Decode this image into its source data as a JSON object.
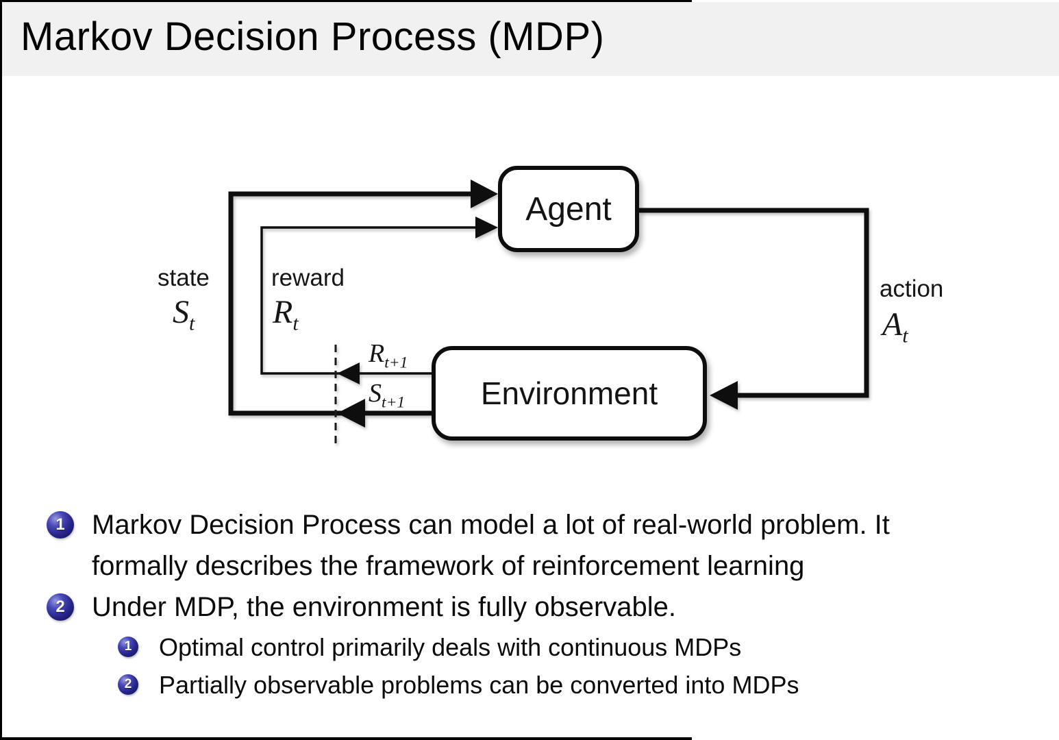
{
  "slide": {
    "title": "Markov Decision Process (MDP)"
  },
  "diagram": {
    "agent_label": "Agent",
    "environment_label": "Environment",
    "state_label": "state",
    "state_symbol": "S",
    "state_sub": "t",
    "reward_label": "reward",
    "reward_symbol": "R",
    "reward_sub": "t",
    "reward_next_symbol": "R",
    "reward_next_sub": "t+1",
    "state_next_symbol": "S",
    "state_next_sub": "t+1",
    "action_label": "action",
    "action_symbol": "A",
    "action_sub": "t",
    "line_color": "#0e0e0e"
  },
  "bullets": [
    {
      "number": "1",
      "lines": [
        "Markov Decision Process can model a lot of real-world problem. It",
        "formally describes the framework of reinforcement learning"
      ]
    },
    {
      "number": "2",
      "text": "Under MDP, the environment is fully observable.",
      "sub": [
        {
          "number": "1",
          "text": "Optimal control primarily deals with continuous MDPs"
        },
        {
          "number": "2",
          "text": "Partially observable problems can be converted into MDPs"
        }
      ]
    }
  ]
}
